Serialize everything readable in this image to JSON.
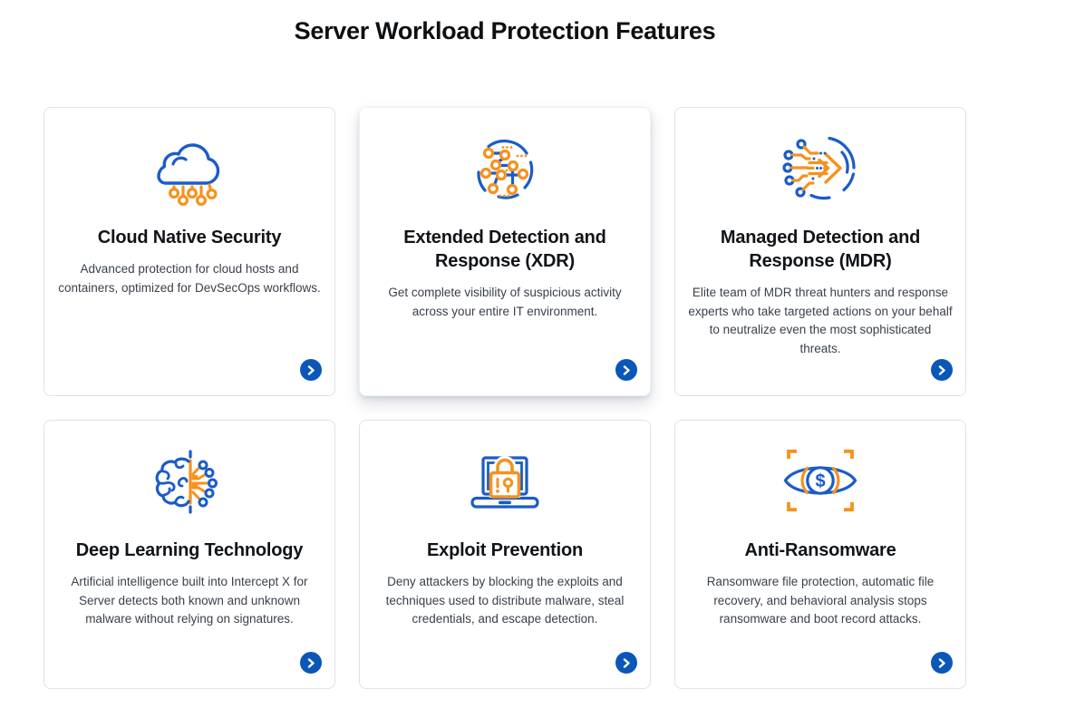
{
  "page_title": "Server Workload Protection Features",
  "colors": {
    "icon_blue": "#1a5cc8",
    "icon_orange": "#f6921e",
    "action_button_blue": "#0b57b8",
    "card_border": "#dde3ea",
    "heading_text": "#0d1013",
    "body_text": "#3a414b"
  },
  "cards": [
    {
      "icon": "cloud-circuit-icon",
      "title": "Cloud Native Security",
      "description": "Advanced protection for cloud hosts and containers, optimized for DevSecOps workflows."
    },
    {
      "icon": "circuit-sphere-icon",
      "title": "Extended Detection and Response (XDR)",
      "description": "Get complete visibility of suspicious activity across your entire IT environment."
    },
    {
      "icon": "arrow-circuit-icon",
      "title": "Managed Detection and Response (MDR)",
      "description": "Elite team of MDR threat hunters and response experts who take targeted actions on your behalf to neutralize even the most sophisticated threats."
    },
    {
      "icon": "brain-circuit-icon",
      "title": "Deep Learning Technology",
      "description": "Artificial intelligence built into Intercept X for Server detects both known and unknown malware without relying on signatures."
    },
    {
      "icon": "laptop-lock-icon",
      "title": "Exploit Prevention",
      "description": "Deny attackers by blocking the exploits and techniques used to distribute malware, steal credentials, and escape detection."
    },
    {
      "icon": "eye-dollar-icon",
      "title": "Anti-Ransomware",
      "description": "Ransomware file protection, automatic file recovery, and behavioral analysis stops ransomware and boot record attacks.",
      "icon_glyph": "$"
    }
  ]
}
